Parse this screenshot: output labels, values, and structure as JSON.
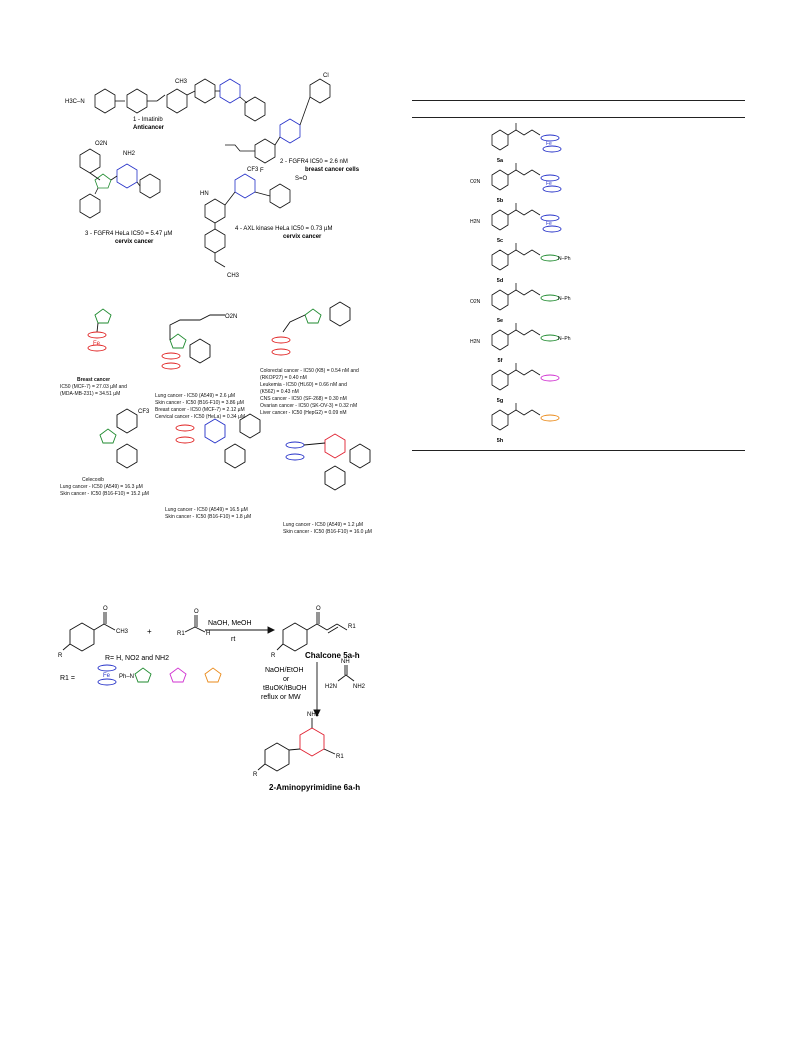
{
  "fig1": {
    "c1_name": "1 - Imatinib",
    "c1_class": "Anticancer",
    "c2_line": "2 - FGFR4 IC50 = 2.6 nM",
    "c2_class": "breast cancer cells",
    "c3_line": "3 - FGFR4 HeLa IC50 = 5.47 µM",
    "c3_class": "cervix cancer",
    "c4_line": "4 - AXL kinase HeLa IC50 = 0.73 µM",
    "c4_class": "cervix cancer",
    "atoms": {
      "h3cn": "H3C–N",
      "ch3": "CH3",
      "nh2": "NH2",
      "o2n": "O2N",
      "cf3": "CF3",
      "o": "O",
      "cl": "Cl",
      "f": "F",
      "hn": "HN",
      "so": "S=O"
    }
  },
  "fig2": {
    "a_title": "Breast cancer",
    "a_lines": [
      "IC50 (MCF-7) = 27.03 µM and",
      "(MDA-MB-231) = 34.51 µM"
    ],
    "b_lines": [
      "Lung cancer - IC50 (A549) = 2.6 µM",
      "Skin cancer - IC50 (B16-F10) = 3.86 µM",
      "Breast cancer - IC50 (MCF-7) = 2.12 µM",
      "Cervical cancer - IC50 (HeLa) = 0.34 µM"
    ],
    "c_lines": [
      "Colorectal cancer - IC50 (KB) = 0.54 nM and",
      "(RKOP27) = 0.40 nM",
      "Leukemia - IC50 (HL60) = 0.66 nM and",
      "(K562) = 0.43 nM",
      "CNS cancer - IC50 (SF-268) = 0.30 nM",
      "Ovarian cancer - IC50 (SK-OV-3) = 0.32 nM",
      "Liver cancer - IC50 (HepG2) = 0.09 nM"
    ],
    "d_title": "Celecoxib",
    "d_lines": [
      "Lung cancer - IC50 (A549) = 16.3 µM",
      "Skin cancer - IC50 (B16-F10) = 15.2 µM"
    ],
    "e_lines": [
      "Lung cancer - IC50 (A549) = 16.5 µM",
      "Skin cancer - IC50 (B16-F10) = 1.8 µM"
    ],
    "f_lines": [
      "Lung cancer - IC50 (A549) = 1.2 µM",
      "Skin cancer - IC50 (B16-F10) = 16.0 µM"
    ]
  },
  "table": {
    "labels": [
      "5a",
      "5b",
      "5c",
      "5d",
      "5e",
      "5f",
      "5g",
      "5h"
    ],
    "subst": [
      "",
      "O2N",
      "H2N",
      "",
      "O2N",
      "H2N",
      "",
      ""
    ],
    "ph_n": "N–Ph",
    "fe": "Fe"
  },
  "scheme": {
    "plus": "+",
    "reagent1": "NaOH, MeOH",
    "cond1": "rt",
    "chalcone": "Chalcone 5a-h",
    "r_defs": "R= H, NO2 and NH2",
    "r1_eq": "R1 =",
    "r1_ph": "Ph–N",
    "cond2": [
      "NaOH/EtOH",
      "or",
      "tBuOK/tBuOH",
      "reflux or MW"
    ],
    "guan_nh": "NH",
    "guan_nh2a": "H2N",
    "guan_nh2b": "NH2",
    "product_nh2": "NH2",
    "product": "2-Aminopyrimidine 6a-h",
    "r": "R",
    "r1": "R1",
    "o": "O",
    "h": "H"
  },
  "colors": {
    "ferrocene": "#2430c8",
    "triazole": "#1e8a2e",
    "thiophene": "#d030d0",
    "pyrrole": "#ea8a1a",
    "pyrimidine": "#e02030",
    "pyrazole": "#1e8a2e",
    "ferrocene_red": "#e02020"
  }
}
